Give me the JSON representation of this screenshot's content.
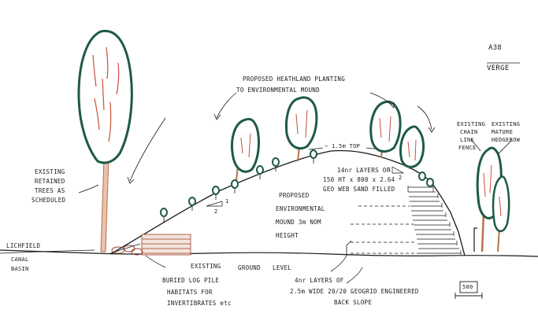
{
  "labels": {
    "a38": "A38",
    "verge": "VERGE",
    "planting_line1": "PROPOSED HEATHLAND PLANTING",
    "planting_line2": "TO ENVIRONMENTAL MOUND",
    "top_width": "~ 1.5m TOP",
    "existing_trees_line1": "EXISTING",
    "existing_trees_line2": "RETAINED",
    "existing_trees_line3": "TREES AS",
    "existing_trees_line4": "SCHEDULED",
    "chain_link_line1": "EXISTING",
    "chain_link_line2": "CHAIN",
    "chain_link_line3": "LINK",
    "chain_link_line4": "FENCE",
    "hedgerow_line1": "EXISTING",
    "hedgerow_line2": "MATURE",
    "hedgerow_line3": "HEDGEROW",
    "geoweb_line1": "14nr LAYERS OF",
    "geoweb_line2": "150 HT x 800 x 2.64",
    "geoweb_line3": "GEO WEB SAND FILLED",
    "mound_line1": "PROPOSED",
    "mound_line2": "ENVIRONMENTAL",
    "mound_line3": "MOUND 3m NOM",
    "mound_line4": "HEIGHT",
    "slope_ratio": "1",
    "slope_run": "2",
    "slope_ratio_right": "1",
    "slope_run_right": "2",
    "lichfield_line1": "LICHFIELD",
    "lichfield_line2": "CANAL",
    "lichfield_line3": "BASIN",
    "existing_ground_word1": "EXISTING",
    "existing_ground_word2": "GROUND",
    "existing_ground_word3": "LEVEL",
    "log_pile_line1": "BURIED LOG PILE",
    "log_pile_line2": "HABITATS FOR",
    "log_pile_line3": "INVERTIBRATES etc",
    "geogrid_line1": "4nr LAYERS OF",
    "geogrid_line2": "2.5m WIDE 20/20 GEOGRID ENGINEERED",
    "geogrid_line3": "BACK SLOPE",
    "dimension": "500"
  },
  "colors": {
    "ink": "#1a1a1a",
    "foliage_outline": "#1f5a44",
    "trunk": "#b8724c",
    "brush": "#c8503a",
    "log": "#9a3c28",
    "shadow": "#d6a390"
  }
}
